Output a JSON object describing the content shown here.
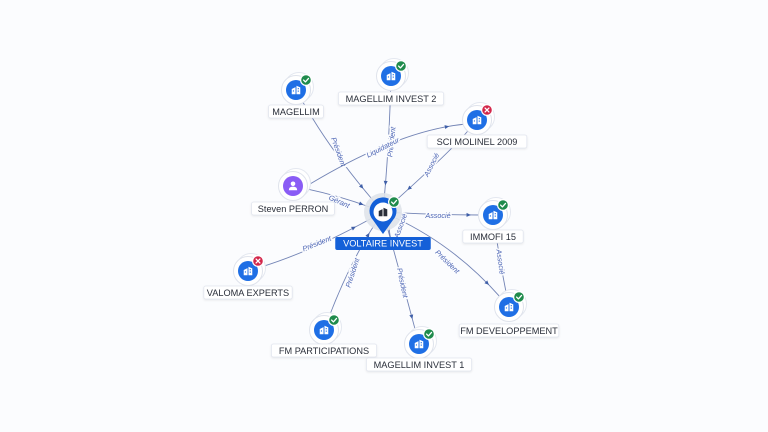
{
  "colors": {
    "company": "#1f6fe5",
    "person": "#8a5cf5",
    "active": "#1f8b4c",
    "inactive": "#d3264a",
    "center": "#1460d8"
  },
  "center": {
    "label": "VOLTAIRE INVEST",
    "icon": "building-icon"
  },
  "nodes": [
    {
      "id": "magellim",
      "label": "MAGELLIM",
      "type": "company",
      "status": "active"
    },
    {
      "id": "magellim2",
      "label": "MAGELLIM INVEST 2",
      "type": "company",
      "status": "active"
    },
    {
      "id": "molinel",
      "label": "SCI MOLINEL 2009",
      "type": "company",
      "status": "inactive"
    },
    {
      "id": "perron",
      "label": "Steven PERRON",
      "type": "person",
      "status": ""
    },
    {
      "id": "immofi",
      "label": "IMMOFI 15",
      "type": "company",
      "status": "active"
    },
    {
      "id": "valoma",
      "label": "VALOMA EXPERTS",
      "type": "company",
      "status": "inactive"
    },
    {
      "id": "fmdev",
      "label": "FM DEVELOPPEMENT",
      "type": "company",
      "status": "active"
    },
    {
      "id": "fmpart",
      "label": "FM PARTICIPATIONS",
      "type": "company",
      "status": "active"
    },
    {
      "id": "magellim1",
      "label": "MAGELLIM INVEST 1",
      "type": "company",
      "status": "active"
    }
  ],
  "edges": [
    {
      "id": "e1",
      "from": "magellim",
      "to": "center",
      "label": "Président"
    },
    {
      "id": "e2",
      "from": "magellim2",
      "to": "center",
      "label": "Président"
    },
    {
      "id": "e3",
      "from": "molinel",
      "to": "center",
      "label": "Associé"
    },
    {
      "id": "e4",
      "from": "perron",
      "to": "molinel",
      "label": "Liquidateur"
    },
    {
      "id": "e5",
      "from": "perron",
      "to": "center",
      "label": "Gérant"
    },
    {
      "id": "e6",
      "from": "center",
      "to": "immofi",
      "label": "Associé"
    },
    {
      "id": "e7",
      "from": "valoma",
      "to": "center",
      "label": "Président"
    },
    {
      "id": "e8",
      "from": "center",
      "to": "fmdev",
      "label": "Président"
    },
    {
      "id": "e9",
      "from": "fmdev",
      "to": "immofi",
      "label": "Associé"
    },
    {
      "id": "e10",
      "from": "fmpart",
      "to": "center",
      "label": "Président"
    },
    {
      "id": "e11",
      "from": "center",
      "to": "magellim1",
      "label": "Président"
    },
    {
      "id": "e12",
      "from": "center",
      "to": "magellim1",
      "label": "Associé"
    }
  ]
}
